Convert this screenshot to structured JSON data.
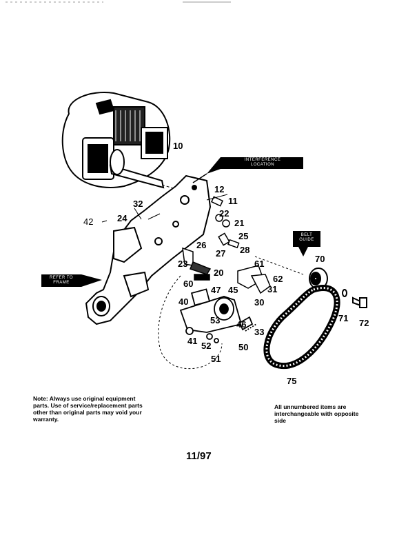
{
  "callouts": {
    "interference_location": [
      "INTERFERENCE",
      "LOCATION"
    ],
    "refer_to_frame": [
      "REFER TO",
      "FRAME"
    ],
    "belt_guide": [
      "BELT",
      "GUIDE"
    ]
  },
  "part_numbers": [
    "10",
    "11",
    "12",
    "20",
    "21",
    "22",
    "23",
    "24",
    "25",
    "26",
    "27",
    "28",
    "30",
    "31",
    "32",
    "33",
    "40",
    "41",
    "42",
    "45",
    "46",
    "47",
    "50",
    "51",
    "52",
    "53",
    "60",
    "61",
    "62",
    "70",
    "71",
    "72",
    "75"
  ],
  "notes": {
    "left": [
      "Note: Always use original equipment",
      "parts.  Use of service/replacement parts",
      "other than original parts may void your",
      "warranty."
    ],
    "right": [
      "All unnumbered items are",
      "interchangeable with opposite",
      "side"
    ]
  },
  "page_number": "11/97"
}
